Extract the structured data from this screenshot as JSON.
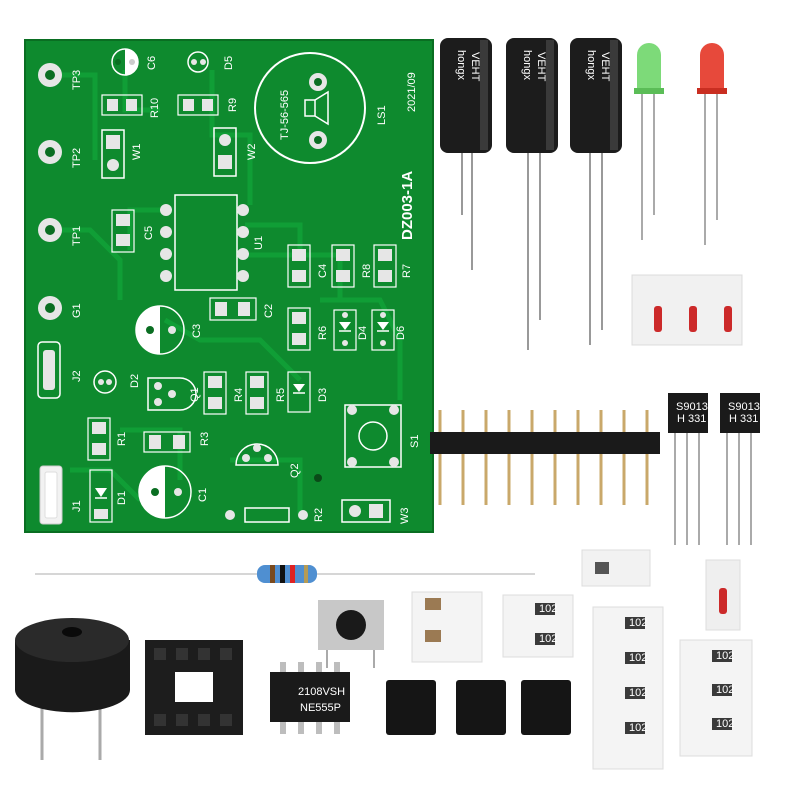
{
  "pcb": {
    "board_name": "DZ003-1A",
    "date": "2021/09",
    "speaker_label": "LS1",
    "speaker_model": "TJ-56-565",
    "labels": {
      "tp3": "TP3",
      "tp2": "TP2",
      "tp1": "TP1",
      "g1": "G1",
      "j2": "J2",
      "j1": "J1",
      "c6": "C6",
      "d5": "D5",
      "r10": "R10",
      "r9": "R9",
      "w1": "W1",
      "w2": "W2",
      "c5": "C5",
      "u1": "U1",
      "c4": "C4",
      "r8": "R8",
      "r7": "R7",
      "c2": "C2",
      "c3": "C3",
      "r6": "R6",
      "d4": "D4",
      "d6": "D6",
      "d2": "D2",
      "q1": "Q1",
      "r4": "R4",
      "r5": "R5",
      "d3": "D3",
      "r1": "R1",
      "r3": "R3",
      "q2": "Q2",
      "s1": "S1",
      "d1": "D1",
      "c1": "C1",
      "r2": "R2",
      "w3": "W3"
    }
  },
  "capacitors": {
    "brand": "hongx",
    "series": "VEHT"
  },
  "transistors": {
    "part": "S9013",
    "sub": "H 331"
  },
  "ic": {
    "line1": "2108VSH",
    "line2": "NE555P"
  },
  "smd_resistor_code": "102",
  "colors": {
    "pcb_green": "#0e8a2e",
    "pcb_dark": "#0a6e22",
    "pad": "#e6e6e6",
    "silk": "#ffffff"
  }
}
